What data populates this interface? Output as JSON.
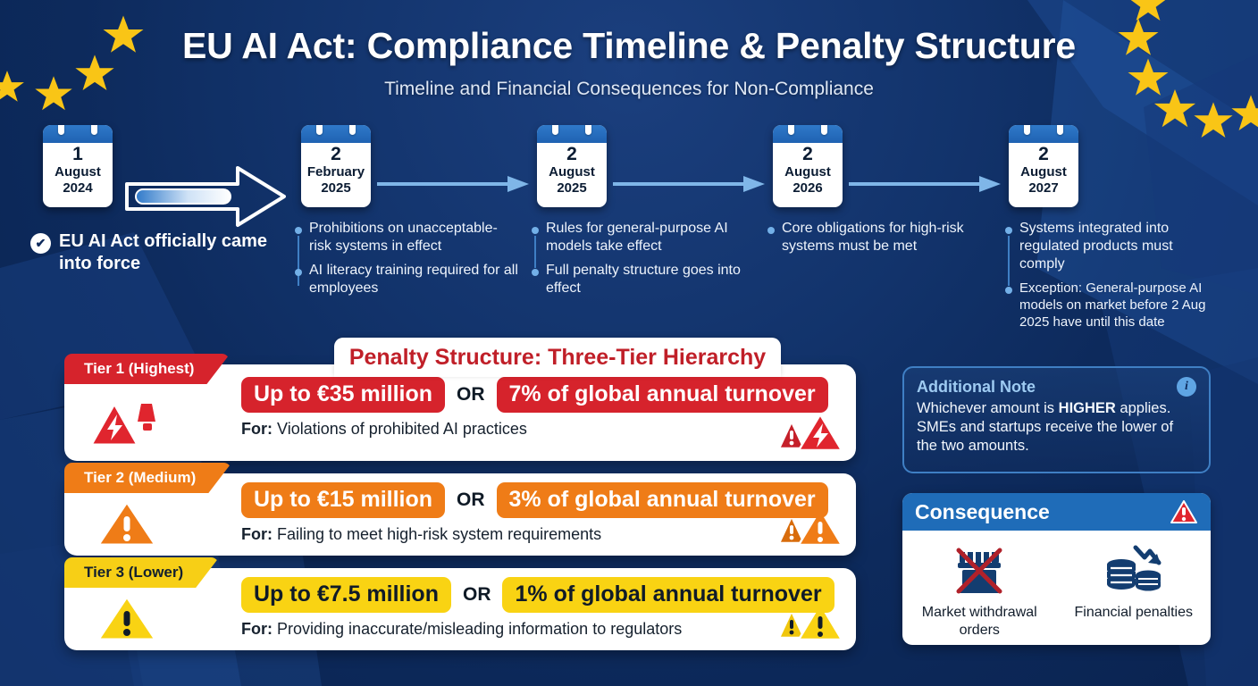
{
  "header": {
    "title": "EU AI Act: Compliance Timeline & Penalty Structure",
    "subtitle": "Timeline and Financial Consequences for Non-Compliance"
  },
  "timeline": {
    "milestones": [
      {
        "day": "1",
        "month": "August",
        "year": "2024",
        "highlight": "EU AI Act officially came into force",
        "bullets": []
      },
      {
        "day": "2",
        "month": "February",
        "year": "2025",
        "bullets": [
          "Prohibitions on unacceptable-risk systems in effect",
          "AI literacy training required for all employees"
        ]
      },
      {
        "day": "2",
        "month": "August",
        "year": "2025",
        "bullets": [
          "Rules for general-purpose AI models take effect",
          "Full penalty structure goes into effect"
        ]
      },
      {
        "day": "2",
        "month": "August",
        "year": "2026",
        "bullets": [
          "Core obligations for high-risk systems must be met"
        ]
      },
      {
        "day": "2",
        "month": "August",
        "year": "2027",
        "bullets": [
          "Systems integrated into regulated products must comply",
          "Exception: General-purpose AI models on market before 2 Aug 2025 have until this date"
        ]
      }
    ]
  },
  "penalty": {
    "heading": "Penalty Structure: Three-Tier Hierarchy",
    "or_label": "OR",
    "for_label": "For:",
    "tiers": [
      {
        "ribbon": "Tier 1 (Highest)",
        "amount": "Up to €35 million",
        "percent": "7% of global annual turnover",
        "reason": "Violations of prohibited AI practices",
        "color": "#d6232c",
        "left_icon": "high-voltage-warning-icon",
        "right_icon": "double-warning-icon"
      },
      {
        "ribbon": "Tier 2 (Medium)",
        "amount": "Up to €15 million",
        "percent": "3% of global annual turnover",
        "reason": "Failing to meet high-risk system requirements",
        "color": "#ef7c17",
        "left_icon": "warning-triangle-icon",
        "right_icon": "double-warning-icon"
      },
      {
        "ribbon": "Tier 3 (Lower)",
        "amount": "Up to €7.5 million",
        "percent": "1% of global annual turnover",
        "reason": "Providing inaccurate/misleading information to regulators",
        "color": "#f7cf16",
        "left_icon": "warning-triangle-icon",
        "right_icon": "double-warning-icon"
      }
    ]
  },
  "note": {
    "title": "Additional Note",
    "icon": "info-icon",
    "text_before": "Whichever amount is ",
    "emphasis": "HIGHER",
    "text_after": " applies. SMEs and startups receive the lower of the two amounts."
  },
  "consequence": {
    "title": "Consequence",
    "icon": "warning-triangle-icon",
    "items": [
      {
        "icon": "market-withdrawal-icon",
        "label": "Market withdrawal orders"
      },
      {
        "icon": "falling-coins-icon",
        "label": "Financial penalties"
      }
    ]
  },
  "colors": {
    "background_deep": "#0a2350",
    "background_mid": "#12336b",
    "accent_blue": "#1f6cb8",
    "star_yellow": "#f9c516",
    "tier1": "#d6232c",
    "tier2": "#ef7c17",
    "tier3": "#f7cf16",
    "heading_red": "#c01f28"
  }
}
